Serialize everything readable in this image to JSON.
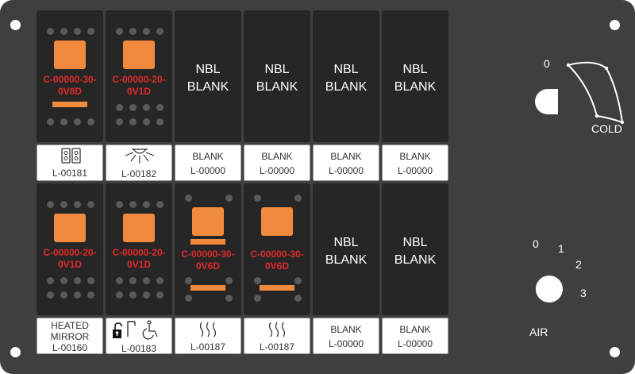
{
  "panel": {
    "background": "#3f3f3f",
    "accent_orange": "#f08a3c",
    "code_red": "#e02a2a"
  },
  "top_row": [
    {
      "type": "switch",
      "code_line1": "C-00000-30-",
      "code_line2": "0V8D",
      "label_icon": "dual-outlet-icon",
      "label_code": "L-00181"
    },
    {
      "type": "switch",
      "code_line1": "C-00000-20-",
      "code_line2": "0V1D",
      "label_icon": "dome-light-icon",
      "label_code": "L-00182"
    },
    {
      "type": "blank",
      "nbl_line1": "NBL",
      "nbl_line2": "BLANK",
      "label_line1": "BLANK",
      "label_code": "L-00000"
    },
    {
      "type": "blank",
      "nbl_line1": "NBL",
      "nbl_line2": "BLANK",
      "label_line1": "BLANK",
      "label_code": "L-00000"
    },
    {
      "type": "blank",
      "nbl_line1": "NBL",
      "nbl_line2": "BLANK",
      "label_line1": "BLANK",
      "label_code": "L-00000"
    },
    {
      "type": "blank",
      "nbl_line1": "NBL",
      "nbl_line2": "BLANK",
      "label_line1": "BLANK",
      "label_code": "L-00000"
    }
  ],
  "bottom_row": [
    {
      "type": "switch",
      "code_line1": "C-00000-20-",
      "code_line2": "0V1D",
      "label_line1": "HEATED",
      "label_line2": "MIRROR",
      "label_code": "L-00160"
    },
    {
      "type": "switch",
      "code_line1": "C-00000-20-",
      "code_line2": "0V1D",
      "label_icon": "door-lock-wheelchair-icon",
      "label_code": "L-00183"
    },
    {
      "type": "switch_center",
      "code_line1": "C-00000-30-",
      "code_line2": "0V6D",
      "label_icon": "heat-waves-icon",
      "label_code": "L-00187"
    },
    {
      "type": "switch_center",
      "code_line1": "C-00000-30-",
      "code_line2": "0V6D",
      "label_icon": "heat-waves-icon",
      "label_code": "L-00187"
    },
    {
      "type": "blank",
      "nbl_line1": "NBL",
      "nbl_line2": "BLANK",
      "label_line1": "BLANK",
      "label_code": "L-00000"
    },
    {
      "type": "blank",
      "nbl_line1": "NBL",
      "nbl_line2": "BLANK",
      "label_line1": "BLANK",
      "label_code": "L-00000"
    }
  ],
  "temp_knob": {
    "zero_label": "0",
    "max_label": "COLD"
  },
  "air_knob": {
    "labels": [
      "0",
      "1",
      "2",
      "3"
    ],
    "title": "AIR"
  }
}
